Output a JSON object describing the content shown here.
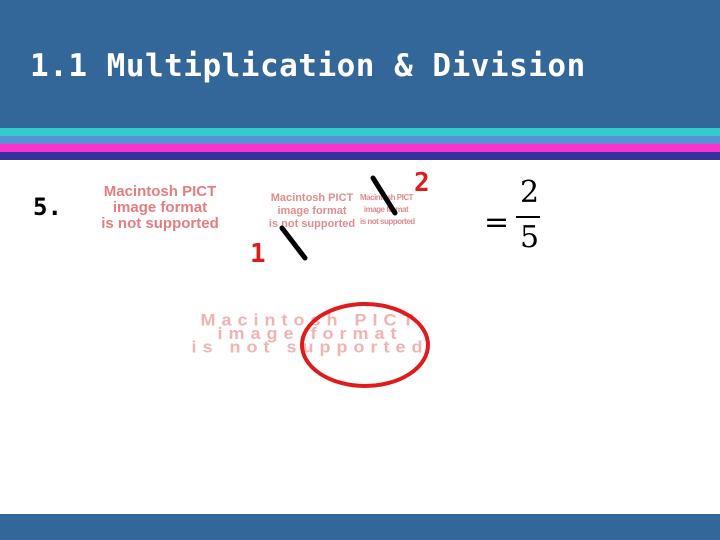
{
  "slide": {
    "title": "1.1 Multiplication & Division",
    "problem_number": "5.",
    "labels": {
      "one": "1",
      "two": "2"
    },
    "placeholders": {
      "line1": "Macintosh PICT",
      "line2": "image format",
      "line3": "is not supported"
    },
    "result": {
      "equals": "=",
      "numerator": "2",
      "denominator": "5"
    }
  },
  "colors": {
    "header": "#336699",
    "annotation_red": "#e11b1b",
    "stripe_teal": "#33cccc",
    "stripe_blue": "#5b8fd6",
    "stripe_magenta": "#ff33cc",
    "stripe_navy": "#3333a0"
  }
}
